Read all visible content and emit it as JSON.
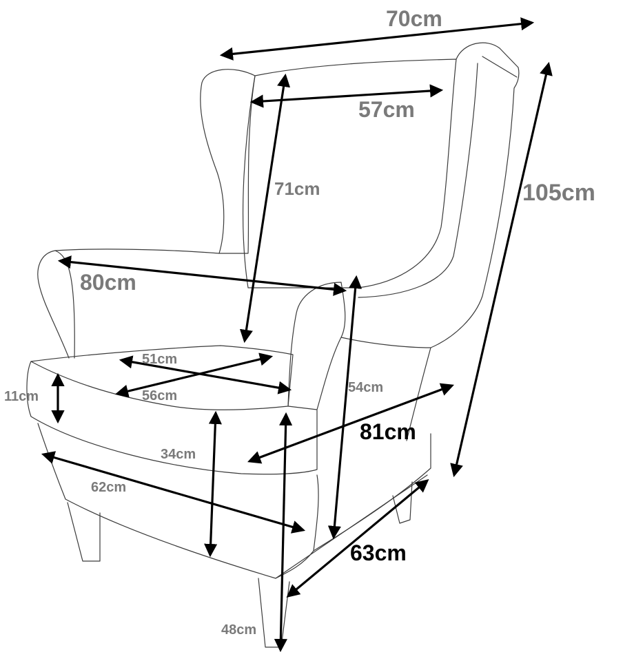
{
  "diagram": {
    "subject": "wingback armchair dimension drawing",
    "colors": {
      "outline": "#3a3a3a",
      "arrow": "#000000",
      "label_gray": "#7a7a7a",
      "label_black": "#000000"
    },
    "dimensions": [
      {
        "id": "top-width",
        "label": "70cm",
        "value_cm": 70,
        "label_color": "gray"
      },
      {
        "id": "inner-back-width",
        "label": "57cm",
        "value_cm": 57,
        "label_color": "gray"
      },
      {
        "id": "backrest-height",
        "label": "71cm",
        "value_cm": 71,
        "label_color": "gray"
      },
      {
        "id": "total-height",
        "label": "105cm",
        "value_cm": 105,
        "label_color": "gray"
      },
      {
        "id": "arm-width",
        "label": "80cm",
        "value_cm": 80,
        "label_color": "gray"
      },
      {
        "id": "seat-width",
        "label": "51cm",
        "value_cm": 51,
        "label_color": "gray"
      },
      {
        "id": "seat-depth",
        "label": "56cm",
        "value_cm": 56,
        "label_color": "gray"
      },
      {
        "id": "armrest-height",
        "label": "54cm",
        "value_cm": 54,
        "label_color": "gray"
      },
      {
        "id": "cushion-height",
        "label": "11cm",
        "value_cm": 11,
        "label_color": "gray"
      },
      {
        "id": "front-height",
        "label": "34cm",
        "value_cm": 34,
        "label_color": "gray"
      },
      {
        "id": "total-depth",
        "label": "81cm",
        "value_cm": 81,
        "label_color": "black"
      },
      {
        "id": "front-width",
        "label": "62cm",
        "value_cm": 62,
        "label_color": "gray"
      },
      {
        "id": "side-depth",
        "label": "63cm",
        "value_cm": 63,
        "label_color": "black"
      },
      {
        "id": "seat-height",
        "label": "48cm",
        "value_cm": 48,
        "label_color": "gray"
      }
    ]
  }
}
